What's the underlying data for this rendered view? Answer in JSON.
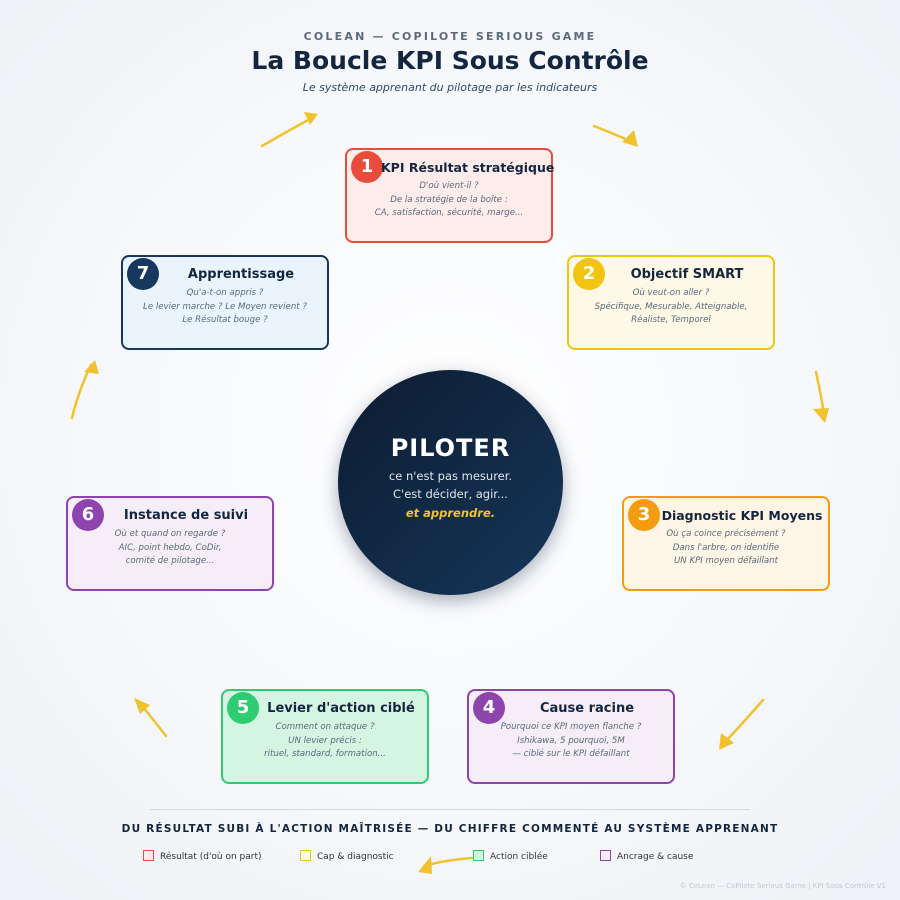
{
  "header": {
    "eyebrow": "COLEAN — COPILOTE SERIOUS GAME",
    "title": "La Boucle KPI Sous Contrôle",
    "subtitle": "Le système apprenant du pilotage par les indicateurs"
  },
  "center": {
    "title": "PILOTER",
    "line1": "ce n'est pas mesurer.",
    "line2": "C'est décider, agir...",
    "line3": "et apprendre."
  },
  "steps": [
    {
      "num": "1",
      "title": "KPI Résultat stratégique",
      "lines": [
        "D'où vient-il ?",
        "De la stratégie de la boîte :",
        "CA, satisfaction, sécurité, marge..."
      ],
      "color": "#e74c3c",
      "bg": "#fdecea"
    },
    {
      "num": "2",
      "title": "Objectif SMART",
      "lines": [
        "Où veut-on aller ?",
        "Spécifique, Mesurable, Atteignable,",
        "Réaliste, Temporel"
      ],
      "color": "#f1c40f",
      "bg": "#fef9e7"
    },
    {
      "num": "3",
      "title": "Diagnostic KPI Moyens",
      "lines": [
        "Où ça coince précisément ?",
        "Dans l'arbre, on identifie",
        "UN KPI moyen défaillant"
      ],
      "color": "#f39c12",
      "bg": "#fef5e7"
    },
    {
      "num": "4",
      "title": "Cause racine",
      "lines": [
        "Pourquoi ce KPI moyen flanche ?",
        "Ishikawa, 5 pourquoi, 5M",
        "— ciblé sur le KPI défaillant"
      ],
      "color": "#8e44ad",
      "bg": "#f5eef8"
    },
    {
      "num": "5",
      "title": "Levier d'action ciblé",
      "lines": [
        "Comment on attaque ?",
        "UN levier précis :",
        "rituel, standard, formation..."
      ],
      "color": "#2ecc71",
      "bg": "#d5f5e3"
    },
    {
      "num": "6",
      "title": "Instance de suivi",
      "lines": [
        "Où et quand on regarde ?",
        "AIC, point hebdo, CoDir,",
        "comité de pilotage..."
      ],
      "color": "#8e44ad",
      "bg": "#f5eef8"
    },
    {
      "num": "7",
      "title": "Apprentissage",
      "lines": [
        "Qu'a-t-on appris ?",
        "Le levier marche ? Le Moyen revient ?",
        "Le Résultat bouge ?"
      ],
      "color": "#17375e",
      "bg": "#eaf4fd"
    }
  ],
  "tagline": "DU RÉSULTAT SUBI À L'ACTION MAÎTRISÉE — DU CHIFFRE COMMENTÉ AU SYSTÈME APPRENANT",
  "legend": [
    {
      "label": "Résultat (d'où on part)",
      "color": "#e74c3c",
      "bg": "#fdecea"
    },
    {
      "label": "Cap & diagnostic",
      "color": "#f1c40f",
      "bg": "#fef9e7"
    },
    {
      "label": "Action ciblée",
      "color": "#2ecc71",
      "bg": "#d5f5e3"
    },
    {
      "label": "Ancrage & cause",
      "color": "#8e44ad",
      "bg": "#f5eef8"
    }
  ],
  "footer": "© CoLean — CoPilote Serious Game | KPI Sous Contrôle V1",
  "arrow_color": "#f2c12e"
}
